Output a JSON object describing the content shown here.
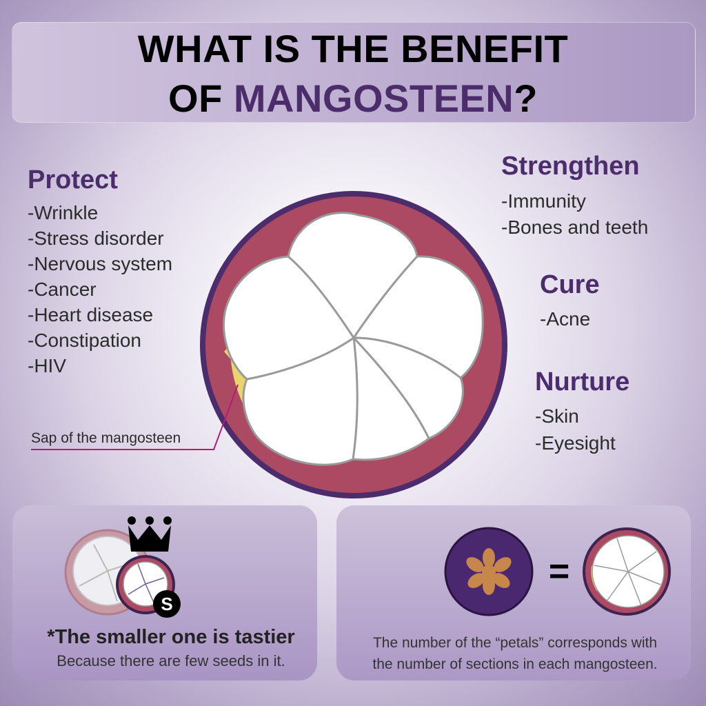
{
  "title": {
    "line1": "WHAT IS THE BENEFIT",
    "line2_prefix": "OF ",
    "line2_accent": "MANGOSTEEN",
    "line2_suffix": "?"
  },
  "protect": {
    "heading": "Protect",
    "items": [
      "-Wrinkle",
      "-Stress disorder",
      "-Nervous system",
      "-Cancer",
      "-Heart disease",
      "-Constipation",
      "-HIV"
    ]
  },
  "strengthen": {
    "heading": "Strengthen",
    "items": [
      "-Immunity",
      "-Bones and teeth"
    ]
  },
  "cure": {
    "heading": "Cure",
    "items": [
      "-Acne"
    ]
  },
  "nurture": {
    "heading": "Nurture",
    "items": [
      "-Skin",
      "-Eyesight"
    ]
  },
  "sap_label": "Sap of the mangosteen",
  "size_badge": "S",
  "tasty_note": {
    "headline": "*The smaller one is tastier",
    "detail": "Because there are few seeds in it."
  },
  "petal_note": {
    "line1": "The number of the “petals” corresponds with",
    "line2": "the number of sections in each mangosteen."
  },
  "equals_sign": "=",
  "colors": {
    "rind": "#ad4a63",
    "rind_outline": "#4b2d6b",
    "flesh": "#ffffff",
    "sap": "#e8d56e",
    "accent_text": "#4b2d6b",
    "label_line": "#b51a78",
    "fruit_skin": "#4a2870",
    "calyx": "#c8874a"
  },
  "icons": [
    "crown-icon",
    "mangosteen-cross-section-icon",
    "mangosteen-top-icon"
  ]
}
